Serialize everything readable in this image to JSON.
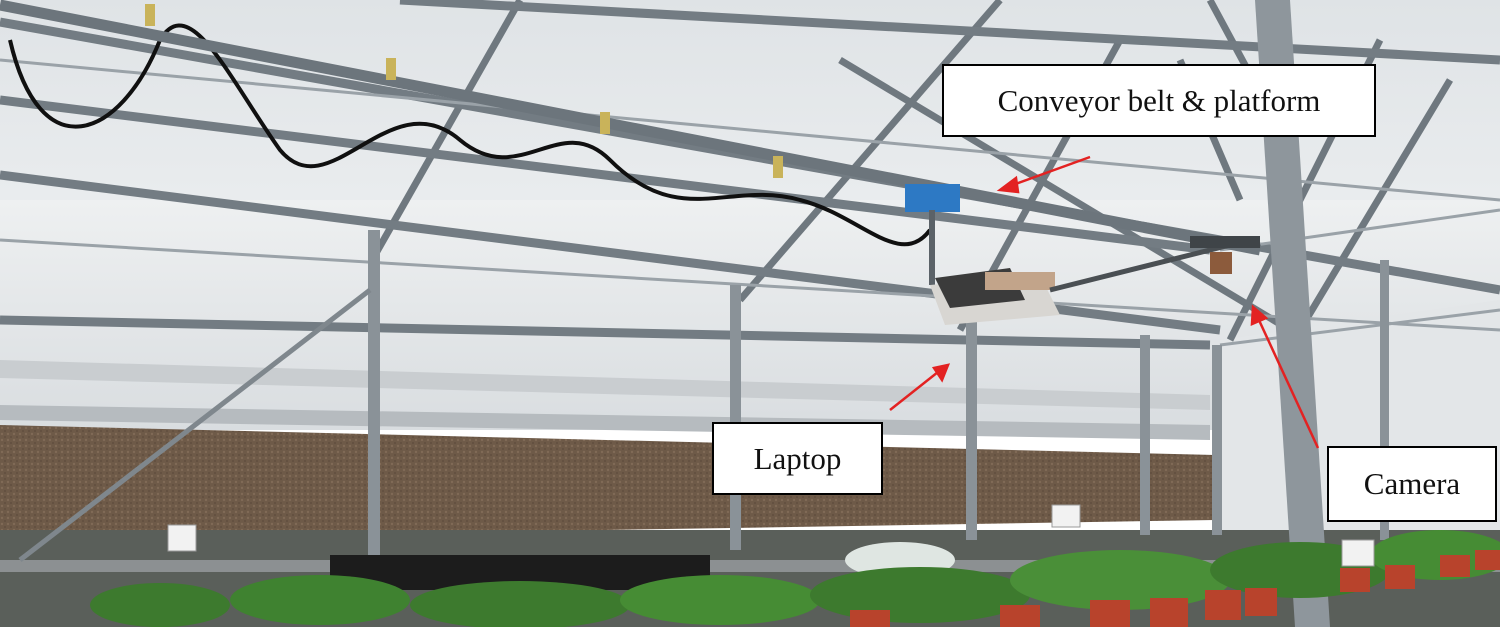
{
  "image": {
    "subject": "greenhouse-with-overhead-conveyor-imaging-system",
    "colors": {
      "sky_panel": "#e9ecee",
      "steel": "#7c858c",
      "cooling_pad": "#6e5a48",
      "plant_green": "#3d7a2e",
      "pot_red": "#b8432c",
      "arrow": "#e32222",
      "box_blue": "#2d79c4"
    }
  },
  "annotations": {
    "conveyor": "Conveyor belt & platform",
    "laptop": "Laptop",
    "camera": "Camera"
  }
}
